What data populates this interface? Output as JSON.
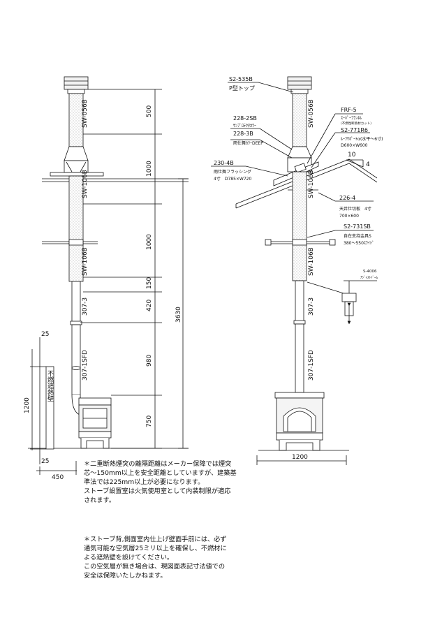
{
  "left_view": {
    "pipes": [
      {
        "code": "SW-056B"
      },
      {
        "code": "SW-106B"
      },
      {
        "code": "SW-106B"
      },
      {
        "code": "307-3"
      },
      {
        "code": "307-1SFD"
      }
    ],
    "dims_right": [
      "500",
      "1000",
      "1000",
      "150",
      "420",
      "980",
      "750"
    ],
    "total_height": "3630",
    "wall_label": "不燃遮熱壁",
    "wall_height": "1200",
    "gap_top": "25",
    "gap_bottom": "25",
    "clearance": "450"
  },
  "right_view": {
    "pipes": [
      {
        "code": "SW-056B"
      },
      {
        "code": "SW-106B"
      },
      {
        "code": "SW-106B"
      },
      {
        "code": "307-3"
      },
      {
        "code": "307-1SFD"
      }
    ],
    "labels": [
      {
        "code": "S2-535B",
        "desc": "P型トップ"
      },
      {
        "code": "228-2SB",
        "desc": "ｻﾝﾌﾟﾛﾃｸﾀｶﾗｰ"
      },
      {
        "code": "228-3B",
        "desc": "雨仕舞ｶﾗｰDEEP"
      },
      {
        "code": "230-4B",
        "desc": "雨仕舞フラッシング",
        "desc2": "4寸　D785×W720"
      },
      {
        "code": "FRF-5",
        "desc": "ｽｰﾊﾟｰﾌﾗﾝﾈﾙ",
        "desc2": "(不燃性断熱材カット)"
      },
      {
        "code": "S2-771R6",
        "desc": "ﾙｰﾌｻﾎﾟｰﾄα(水平～6寸)",
        "desc2": "D600×W600"
      },
      {
        "code": "226-4",
        "desc": "天井仕切板　4寸",
        "desc2": "700×600"
      },
      {
        "code": "S2-731SB",
        "desc": "自在支持金具S",
        "desc2": "380～550ｽﾗｲﾄﾞ"
      },
      {
        "code": "S-4006",
        "desc": "ｱｼﾞｬｽﾄﾄﾞｰﾑ"
      }
    ],
    "slope_run": "10",
    "slope_rise": "4",
    "width": "1200"
  },
  "notes": [
    "＊二重断熱煙突の離隔距離はメーカー保障では煙突\n芯～150mm以上を安全距離としていますが、建築基\n準法では225mm以上が必要になります。\nストーブ設置室は火気使用室として内装制限が適応\nされます。",
    "＊ストーブ背,側面室内仕上げ壁面手前には、必ず\n通気可能な空気層25ミリ以上を確保し、不燃材に\nよる遮熱壁を設けてください。\nこの空気層が無き場合は、現図面表記寸法値での\n安全は保障いたしかねます。"
  ],
  "colors": {
    "line": "#111111",
    "pipe_fill": "#e6e6e6",
    "background": "#ffffff"
  }
}
